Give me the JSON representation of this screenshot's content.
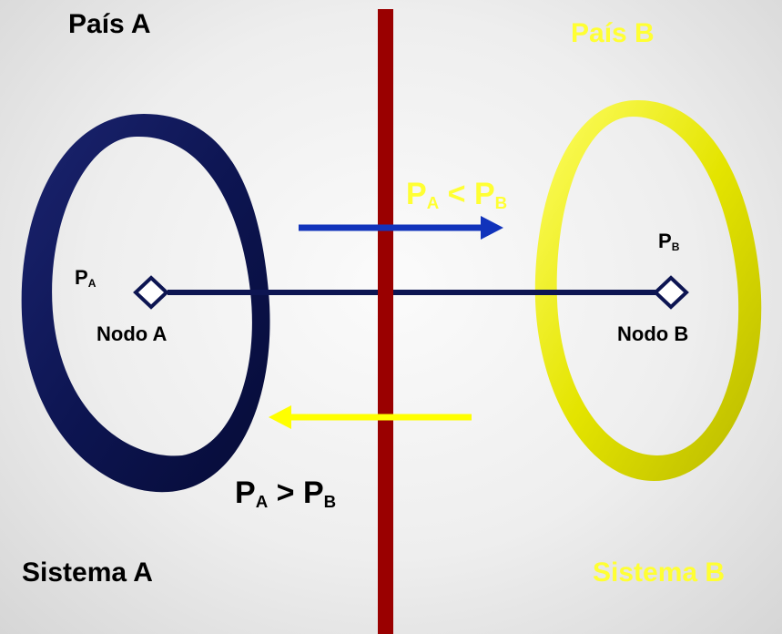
{
  "labels": {
    "country_a": "País A",
    "country_b": "País B",
    "system_a": "Sistema A",
    "system_b": "Sistema B",
    "node_a": "Nodo A",
    "node_b": "Nodo B"
  },
  "symbols": {
    "p": "P",
    "sub_a": "A",
    "sub_b": "B",
    "less_than": "<",
    "greater_than": ">"
  },
  "colors": {
    "system_a": "#0d1552",
    "system_b": "#e0e000",
    "border": "#9a0000",
    "flow_a_to_b": "#1133bb",
    "flow_b_to_a": "#ffff00",
    "link": "#0d1552",
    "text_dark": "#000000",
    "text_yellow": "#ffff33"
  },
  "icons": {
    "node_a": "diamond-node-icon",
    "node_b": "diamond-node-icon"
  }
}
